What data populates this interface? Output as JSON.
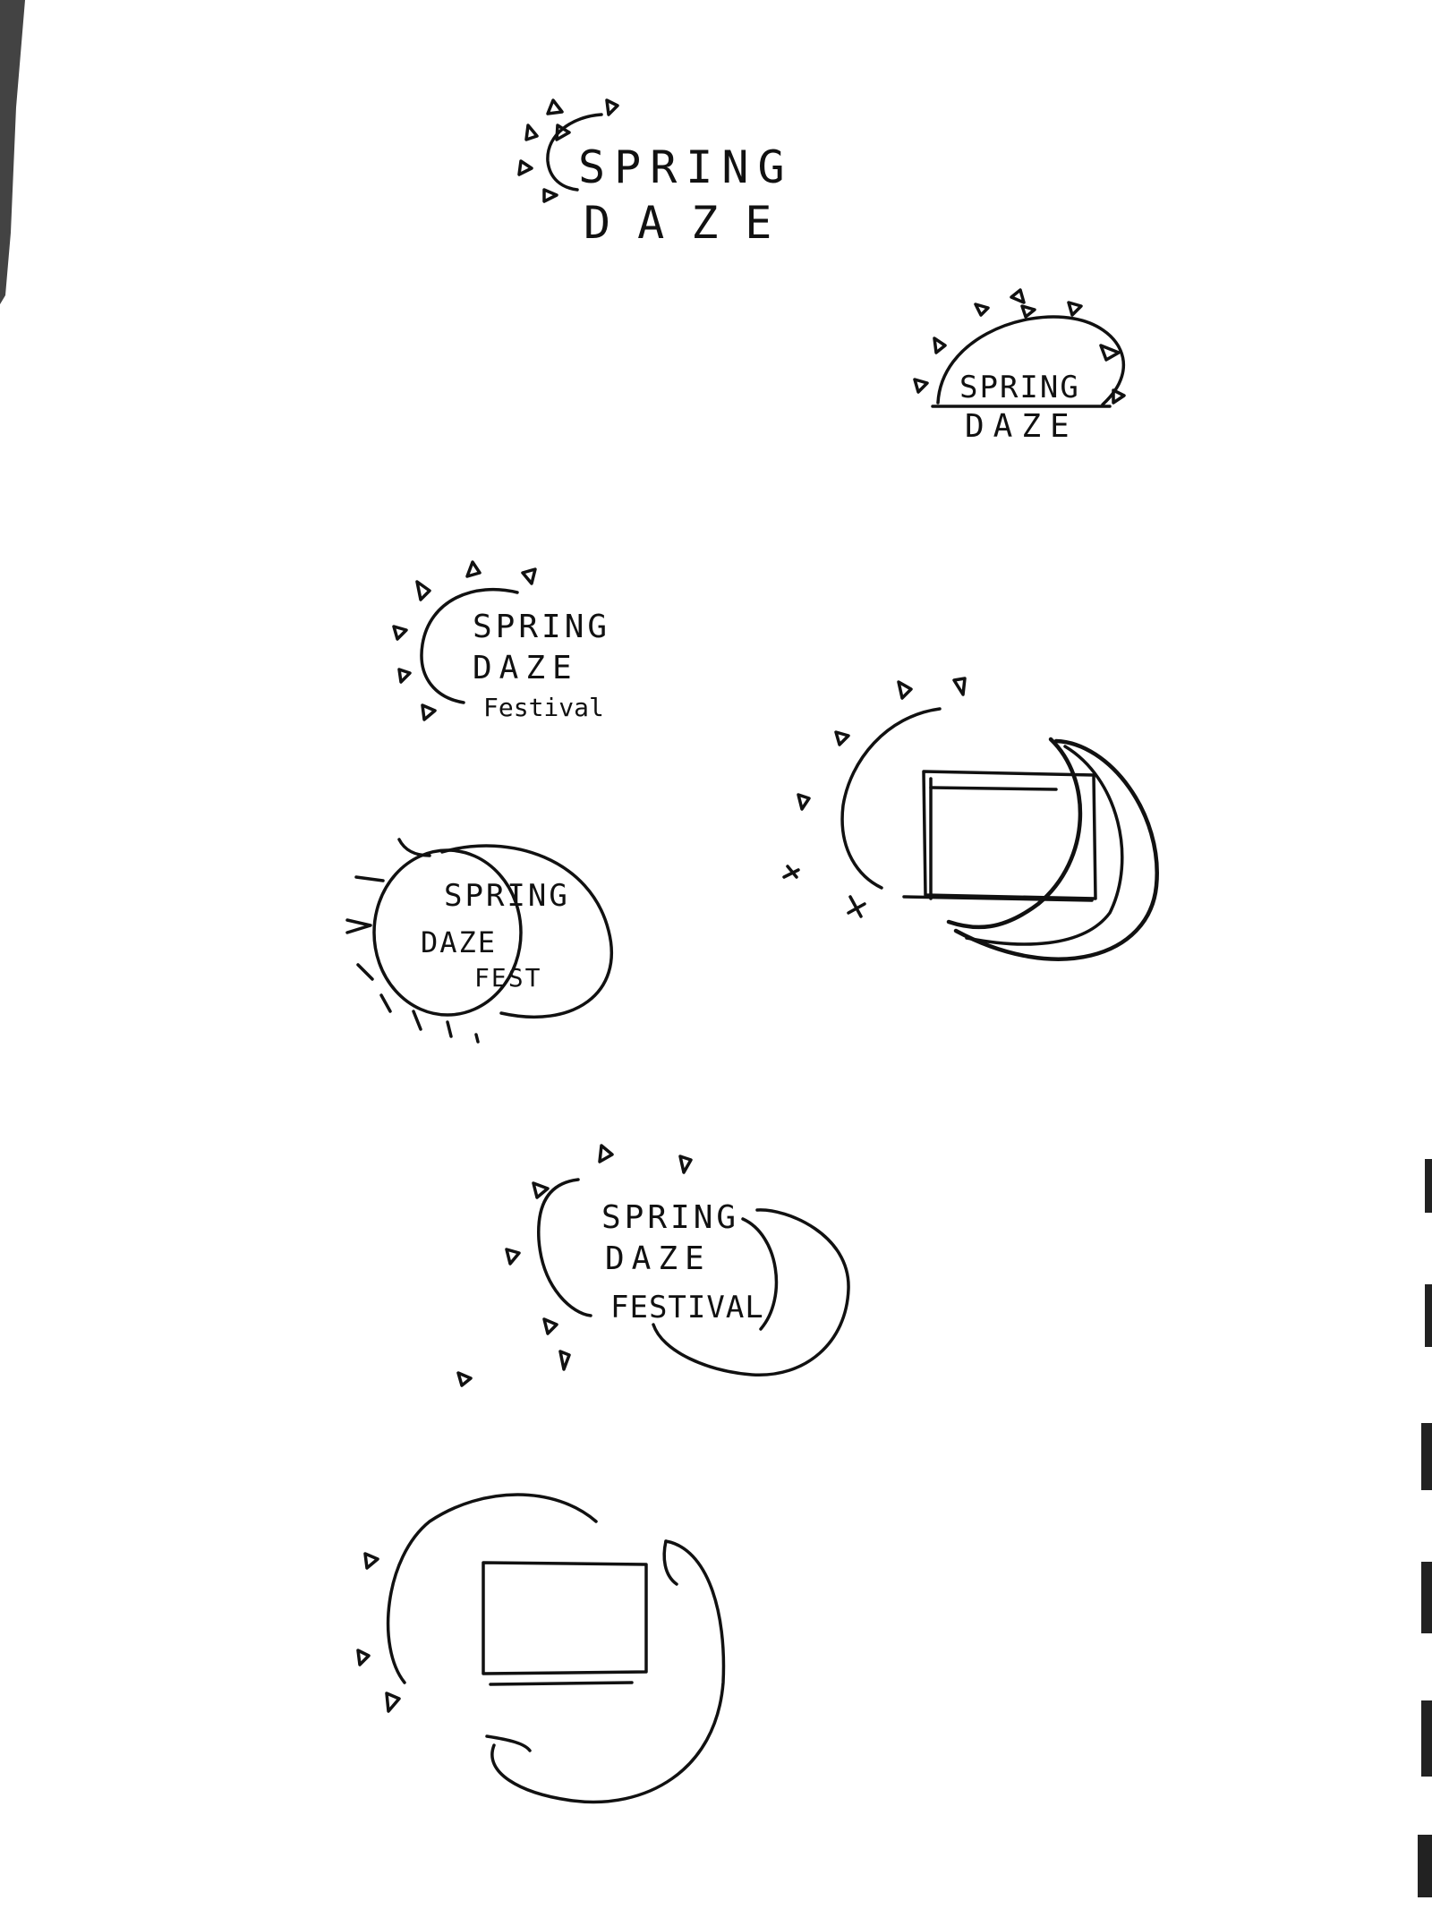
{
  "sketches": [
    {
      "line1": "SPRING",
      "line2": "DAZE"
    },
    {
      "line1": "SPRING",
      "line2": "DAZE"
    },
    {
      "line1": "SPRING",
      "line2": "DAZE",
      "line3": "Festival"
    },
    {
      "line1": "SPRING",
      "line2": "DAZE",
      "line3": "FEST"
    },
    {
      "line1": "SPRING",
      "line2": "DAZE",
      "line3": "FESTIVAL"
    }
  ],
  "colors": {
    "paper": "#ffffff",
    "ink": "#111111"
  }
}
